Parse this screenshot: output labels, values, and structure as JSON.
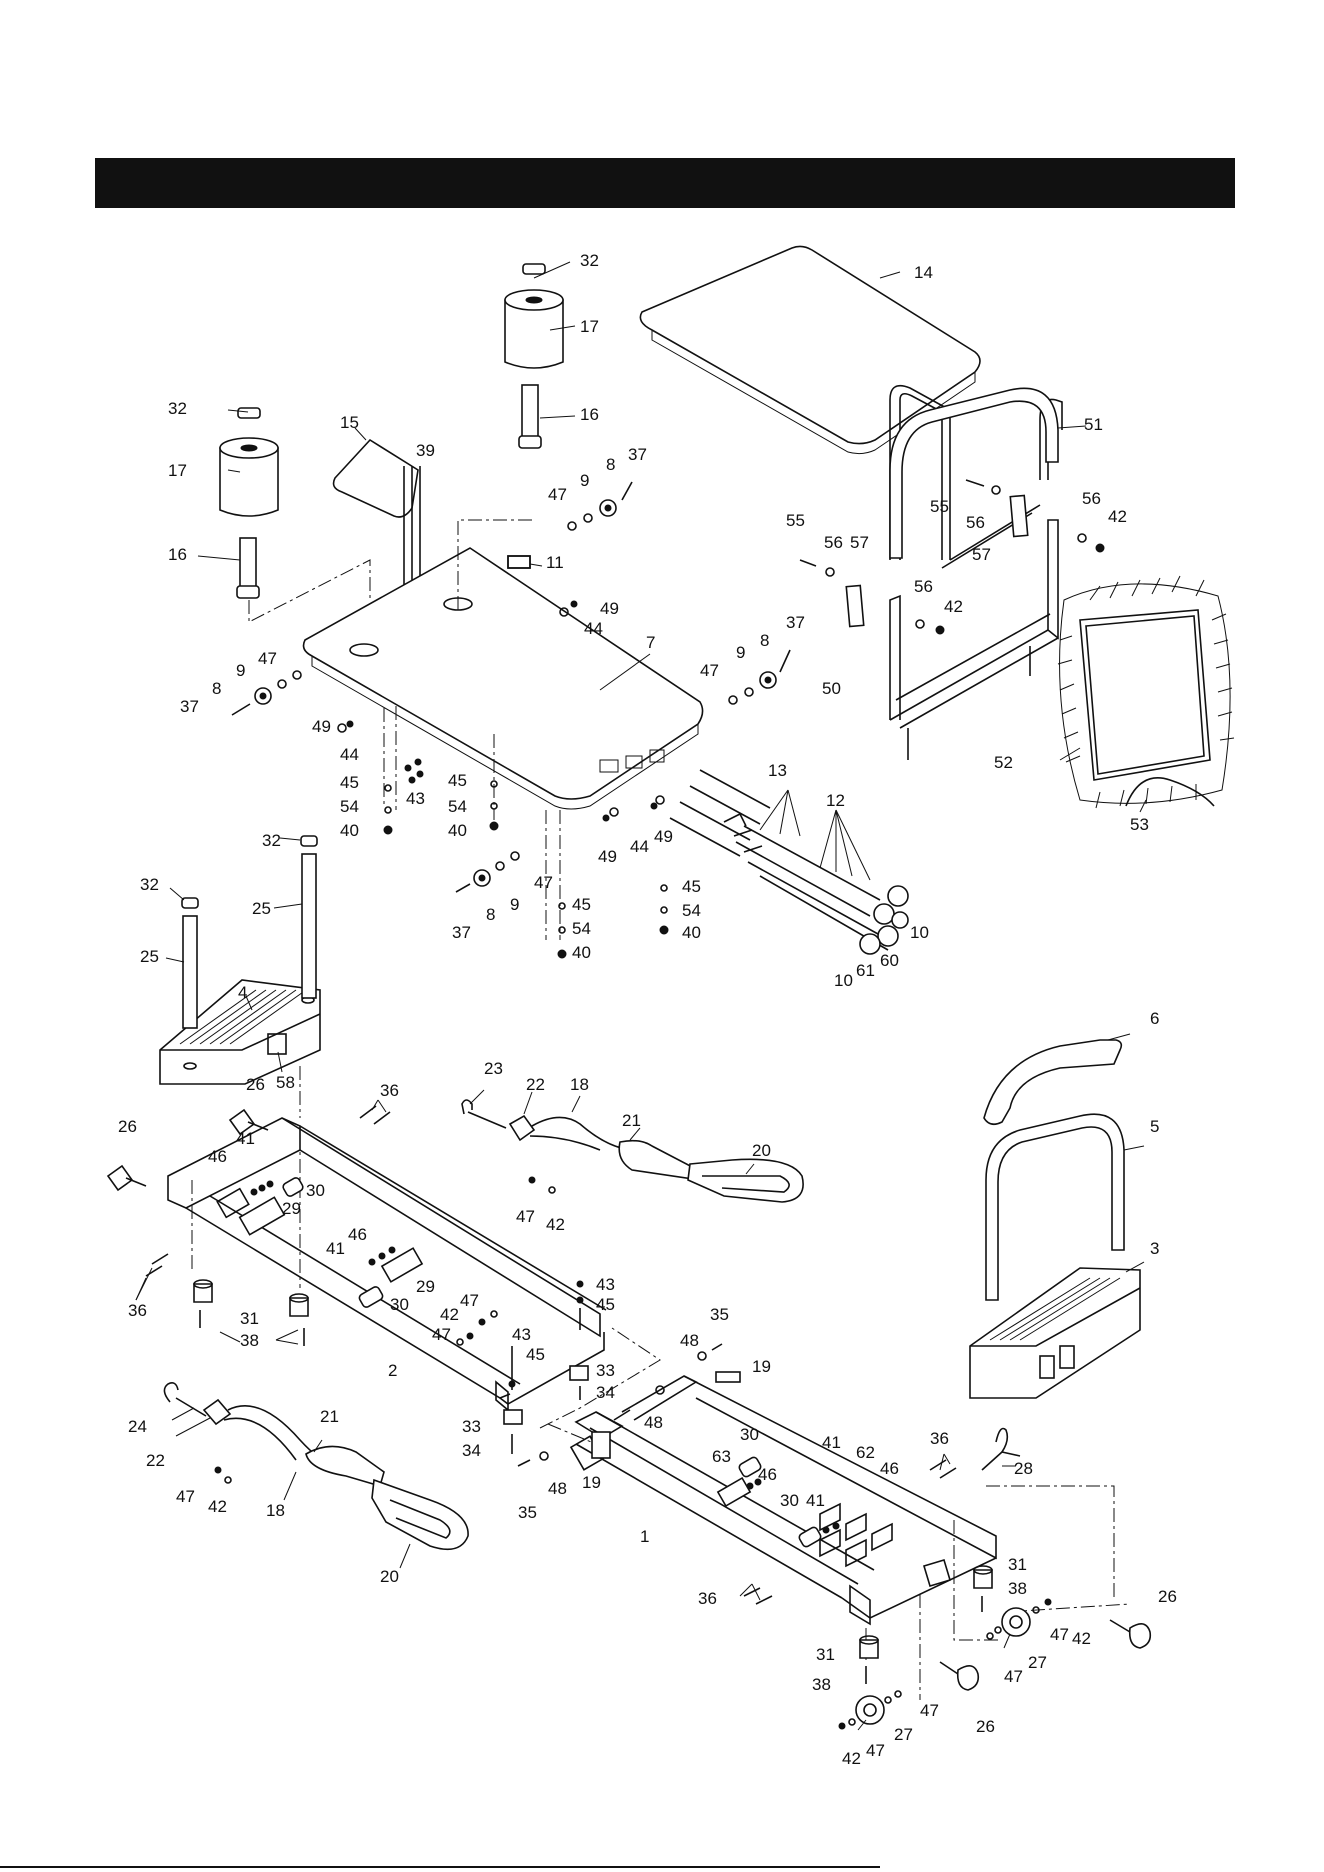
{
  "header": {
    "title": ""
  },
  "callouts": {
    "c1": "1",
    "c2": "2",
    "c3": "3",
    "c4": "4",
    "c5": "5",
    "c6": "6",
    "c7": "7",
    "c8": "8",
    "c9": "9",
    "c10": "10",
    "c11": "11",
    "c12": "12",
    "c13": "13",
    "c14": "14",
    "c15": "15",
    "c16": "16",
    "c17": "17",
    "c18": "18",
    "c19": "19",
    "c20": "20",
    "c21": "21",
    "c22": "22",
    "c23": "23",
    "c24": "24",
    "c25": "25",
    "c26": "26",
    "c27": "27",
    "c28": "28",
    "c29": "29",
    "c30": "30",
    "c31": "31",
    "c32": "32",
    "c33": "33",
    "c34": "34",
    "c35": "35",
    "c36": "36",
    "c37": "37",
    "c38": "38",
    "c39": "39",
    "c40": "40",
    "c41": "41",
    "c42": "42",
    "c43": "43",
    "c44": "44",
    "c45": "45",
    "c46": "46",
    "c47": "47",
    "c48": "48",
    "c49": "49",
    "c50": "50",
    "c51": "51",
    "c52": "52",
    "c53": "53",
    "c54": "54",
    "c55": "55",
    "c56": "56",
    "c57": "57",
    "c58": "58",
    "c60": "60",
    "c61": "61",
    "c62": "62",
    "c63": "63"
  }
}
